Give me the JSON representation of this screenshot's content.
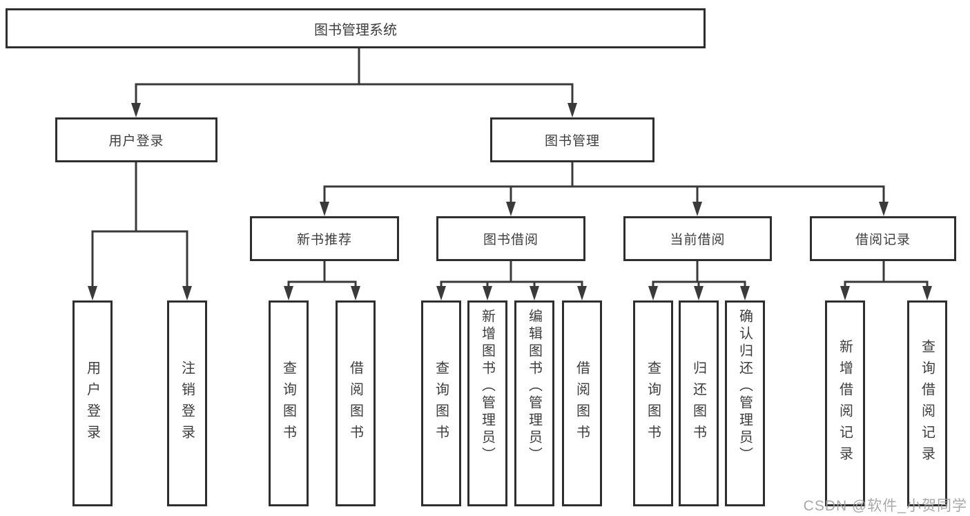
{
  "tree": {
    "root": {
      "label": "图书管理系统"
    },
    "branches": [
      {
        "label": "用户登录",
        "leaves": [
          "用户登录",
          "注销登录"
        ]
      },
      {
        "label": "图书管理",
        "children": [
          {
            "label": "新书推荐",
            "leaves": [
              "查询图书",
              "借阅图书"
            ]
          },
          {
            "label": "图书借阅",
            "leaves": [
              "查询图书",
              "新增图书（管理员）",
              "编辑图书（管理员）",
              "借阅图书"
            ]
          },
          {
            "label": "当前借阅",
            "leaves": [
              "查询图书",
              "归还图书",
              "确认归还（管理员）"
            ]
          },
          {
            "label": "借阅记录",
            "leaves": [
              "新增借阅记录",
              "查询借阅记录"
            ]
          }
        ]
      }
    ]
  },
  "watermark": {
    "text": "CSDN @软件_小贺同学"
  },
  "colors": {
    "line": "#3a3a3a",
    "box_border": "#2e2e2e",
    "text": "#3d3d3d",
    "watermark": "#9e9e9e",
    "background": "#ffffff"
  }
}
